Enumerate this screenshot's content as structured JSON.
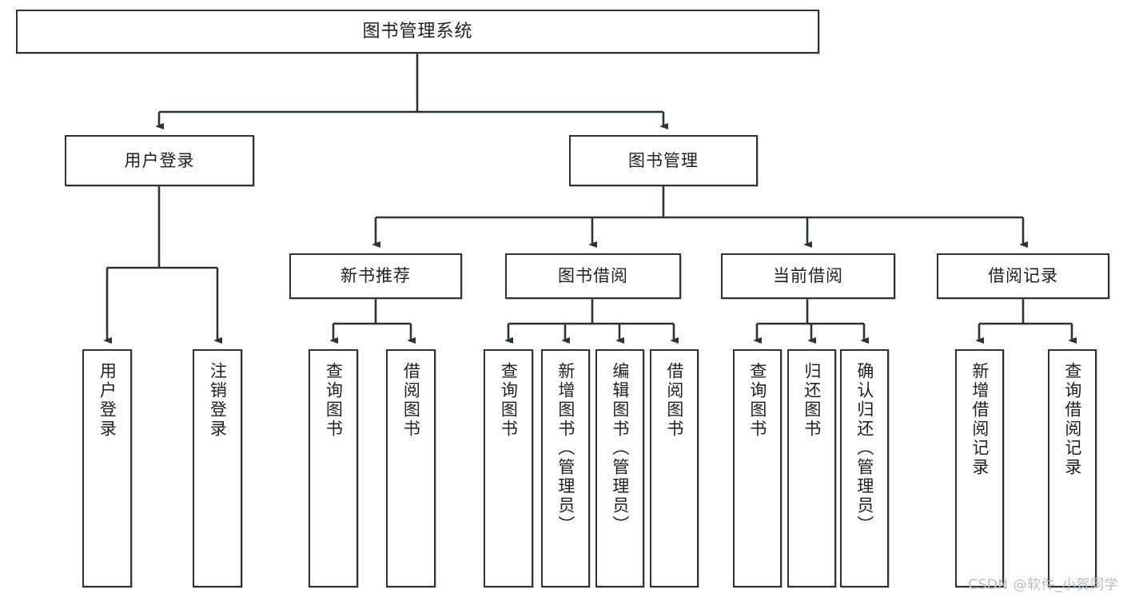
{
  "diagram": {
    "title": "图书管理系统",
    "watermark": "CSDN @软件_小贺同学",
    "style": {
      "border_color": "#2f3235",
      "line_color": "#2f3235",
      "background": "#ffffff",
      "text_color": "#1d1f22"
    },
    "nodes": {
      "root": {
        "label": "图书管理系统"
      },
      "level2": [
        {
          "label": "用户登录"
        },
        {
          "label": "图书管理"
        }
      ],
      "level3": [
        {
          "label": "新书推荐"
        },
        {
          "label": "图书借阅"
        },
        {
          "label": "当前借阅"
        },
        {
          "label": "借阅记录"
        }
      ],
      "leaves_user_login": [
        {
          "label": "用户登录"
        },
        {
          "label": "注销登录"
        }
      ],
      "leaves_new_books": [
        {
          "label": "查询图书"
        },
        {
          "label": "借阅图书"
        }
      ],
      "leaves_borrow": [
        {
          "label": "查询图书"
        },
        {
          "label": "新增图书（管理员）"
        },
        {
          "label": "编辑图书（管理员）"
        },
        {
          "label": "借阅图书"
        }
      ],
      "leaves_current": [
        {
          "label": "查询图书"
        },
        {
          "label": "归还图书"
        },
        {
          "label": "确认归还（管理员）"
        }
      ],
      "leaves_records": [
        {
          "label": "新增借阅记录"
        },
        {
          "label": "查询借阅记录"
        }
      ]
    }
  }
}
